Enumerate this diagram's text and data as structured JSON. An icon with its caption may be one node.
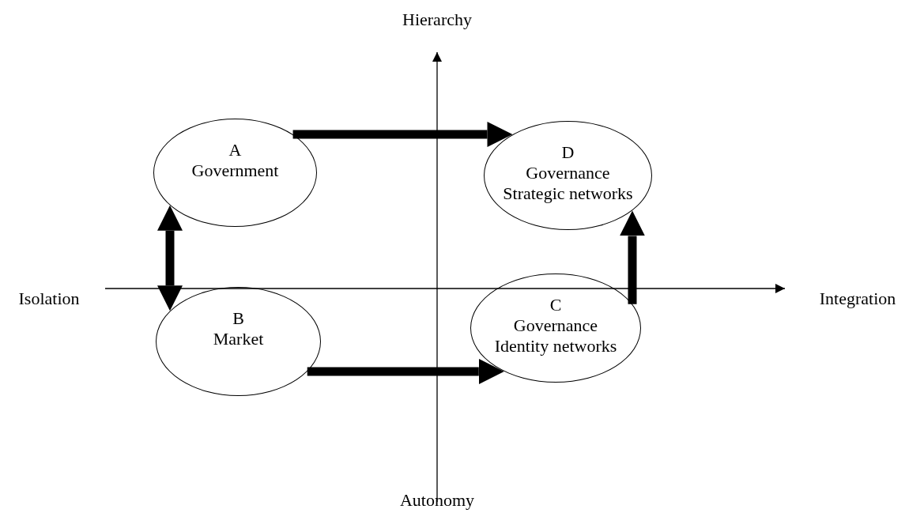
{
  "diagram": {
    "nodes": [
      {
        "text": [
          "A",
          "Government"
        ]
      },
      {
        "text": [
          "D",
          "Governance",
          "Strategic networks"
        ]
      },
      {
        "text": [
          "B",
          "Market"
        ]
      },
      {
        "text": [
          "C",
          "Governance",
          "Identity networks"
        ]
      }
    ],
    "edges": [
      {
        "from": 0,
        "to": 1,
        "arrow": "to"
      },
      {
        "from": 0,
        "to": 2,
        "arrow": "both"
      },
      {
        "from": 2,
        "to": 3,
        "arrow": "to"
      },
      {
        "from": 3,
        "to": 1,
        "arrow": "to"
      }
    ],
    "labels": [
      "Hierarchy",
      "Isolation",
      "Integration",
      "Autonomy"
    ]
  }
}
